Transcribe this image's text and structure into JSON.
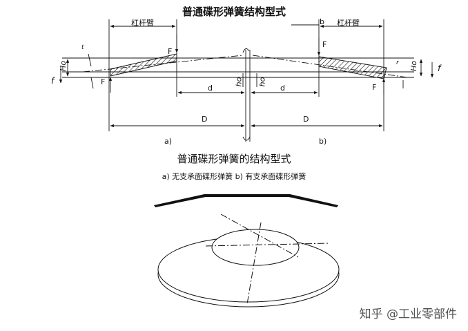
{
  "title": "普通碟形弹簧结构型式",
  "caption": "普通碟形弹簧的结构型式",
  "subcaption": "a)  无支承面碟形弹簧 b) 有支承面碟形弹簧",
  "labels": {
    "lever_arm": "杠杆臂",
    "F": "F",
    "Ho": "Ho",
    "ho": "ho",
    "f": "f",
    "t": "t",
    "d": "d",
    "D": "D",
    "b": "b",
    "r": "r",
    "a": "a)",
    "bb": "b)"
  },
  "watermark": "知乎 @工业零部件"
}
